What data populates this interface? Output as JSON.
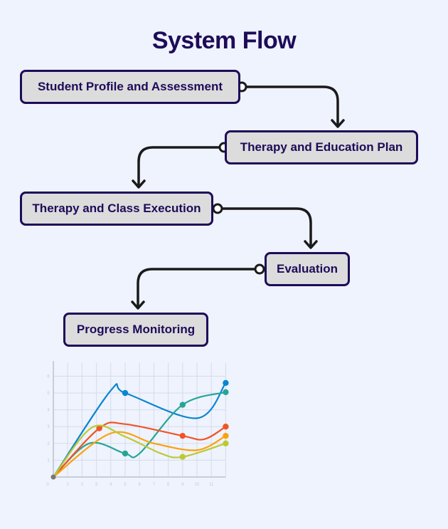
{
  "title": "System Flow",
  "steps": [
    {
      "label": "Student Profile and Assessment"
    },
    {
      "label": "Therapy and Education Plan"
    },
    {
      "label": "Therapy and Class Execution"
    },
    {
      "label": "Evaluation"
    },
    {
      "label": "Progress Monitoring"
    }
  ],
  "colors": {
    "title": "#1e0b58",
    "box_fill": "#dcdcdc",
    "box_border": "#1e0b58",
    "connector": "#1a1a1a",
    "background": "#eef3fe"
  },
  "chart_data": {
    "type": "line",
    "title": "",
    "xlabel": "",
    "ylabel": "",
    "x_ticks": [
      "0",
      "1",
      "2",
      "3",
      "4",
      "5",
      "6",
      "7",
      "8",
      "9",
      "10",
      "11"
    ],
    "y_ticks": [
      "1",
      "2",
      "3",
      "4",
      "5",
      "6"
    ],
    "xlim": [
      0,
      12
    ],
    "ylim": [
      0,
      6.5
    ],
    "series": [
      {
        "name": "blue",
        "color": "#0a86d0",
        "points": [
          [
            0,
            0
          ],
          [
            4,
            5.15
          ],
          [
            5,
            5
          ],
          [
            10,
            3.5
          ],
          [
            12,
            5.6
          ]
        ],
        "markers": [
          5,
          12
        ]
      },
      {
        "name": "teal",
        "color": "#25a596",
        "points": [
          [
            0,
            0
          ],
          [
            2.5,
            2
          ],
          [
            5,
            1.4
          ],
          [
            6,
            1.4
          ],
          [
            9,
            4.3
          ],
          [
            12,
            5.05
          ]
        ],
        "markers": [
          5,
          9,
          12
        ]
      },
      {
        "name": "red",
        "color": "#f15424",
        "points": [
          [
            0,
            0
          ],
          [
            3.2,
            2.9
          ],
          [
            5,
            3.15
          ],
          [
            9,
            2.45
          ],
          [
            10.5,
            2.25
          ],
          [
            12,
            3
          ]
        ],
        "markers": [
          3.2,
          9,
          12
        ]
      },
      {
        "name": "orange",
        "color": "#fba10b",
        "points": [
          [
            0,
            0
          ],
          [
            4,
            2.6
          ],
          [
            7,
            2
          ],
          [
            10,
            1.6
          ],
          [
            12,
            2.45
          ]
        ],
        "markers": [
          12
        ]
      },
      {
        "name": "yellow-green",
        "color": "#bcc932",
        "points": [
          [
            0,
            0
          ],
          [
            2.7,
            2.95
          ],
          [
            5,
            2.4
          ],
          [
            7.5,
            1.4
          ],
          [
            9,
            1.2
          ],
          [
            12,
            2
          ]
        ],
        "markers": [
          9,
          12
        ]
      }
    ]
  }
}
